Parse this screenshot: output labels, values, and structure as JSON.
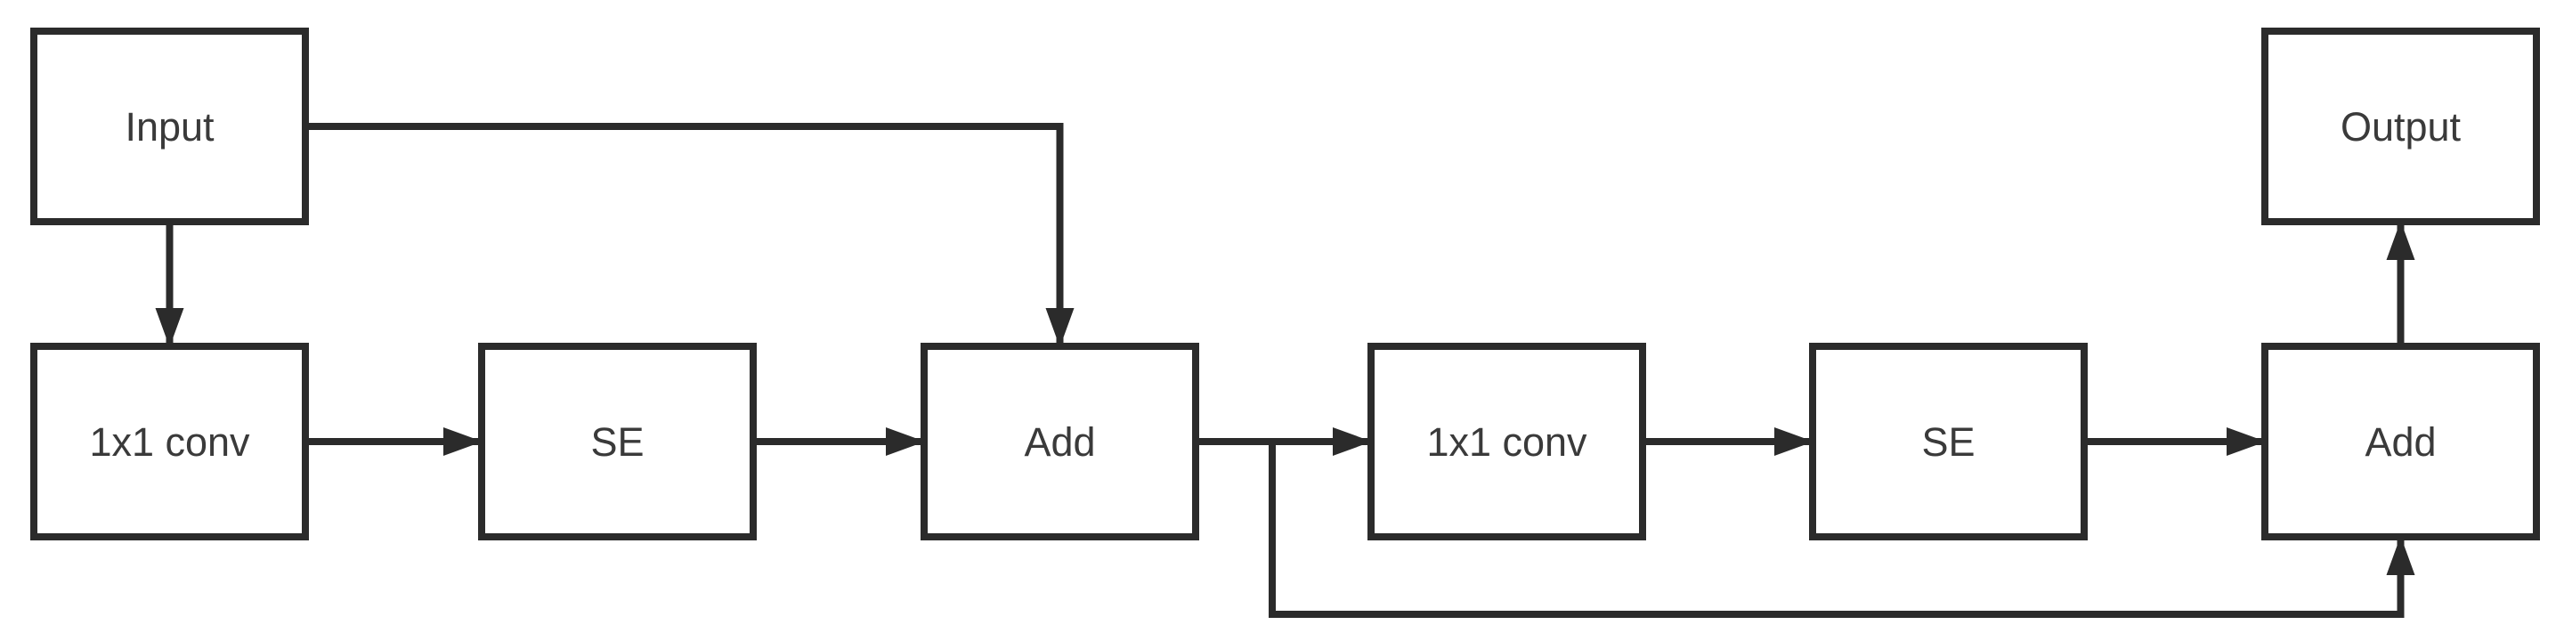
{
  "diagram": {
    "background": "#ffffff",
    "stroke_color": "#2b2b2b",
    "text_color": "#3a3a3a",
    "nodes": [
      {
        "id": "input",
        "label": "Input"
      },
      {
        "id": "conv1",
        "label": "1x1 conv"
      },
      {
        "id": "se1",
        "label": "SE"
      },
      {
        "id": "add1",
        "label": "Add"
      },
      {
        "id": "conv2",
        "label": "1x1 conv"
      },
      {
        "id": "se2",
        "label": "SE"
      },
      {
        "id": "add2",
        "label": "Add"
      },
      {
        "id": "output",
        "label": "Output"
      }
    ],
    "edges": [
      {
        "from": "input",
        "to": "conv1",
        "type": "flow"
      },
      {
        "from": "input",
        "to": "add1",
        "type": "skip"
      },
      {
        "from": "conv1",
        "to": "se1",
        "type": "flow"
      },
      {
        "from": "se1",
        "to": "add1",
        "type": "flow"
      },
      {
        "from": "add1",
        "to": "conv2",
        "type": "flow"
      },
      {
        "from": "add1",
        "to": "add2",
        "type": "skip"
      },
      {
        "from": "conv2",
        "to": "se2",
        "type": "flow"
      },
      {
        "from": "se2",
        "to": "add2",
        "type": "flow"
      },
      {
        "from": "add2",
        "to": "output",
        "type": "flow"
      }
    ]
  }
}
